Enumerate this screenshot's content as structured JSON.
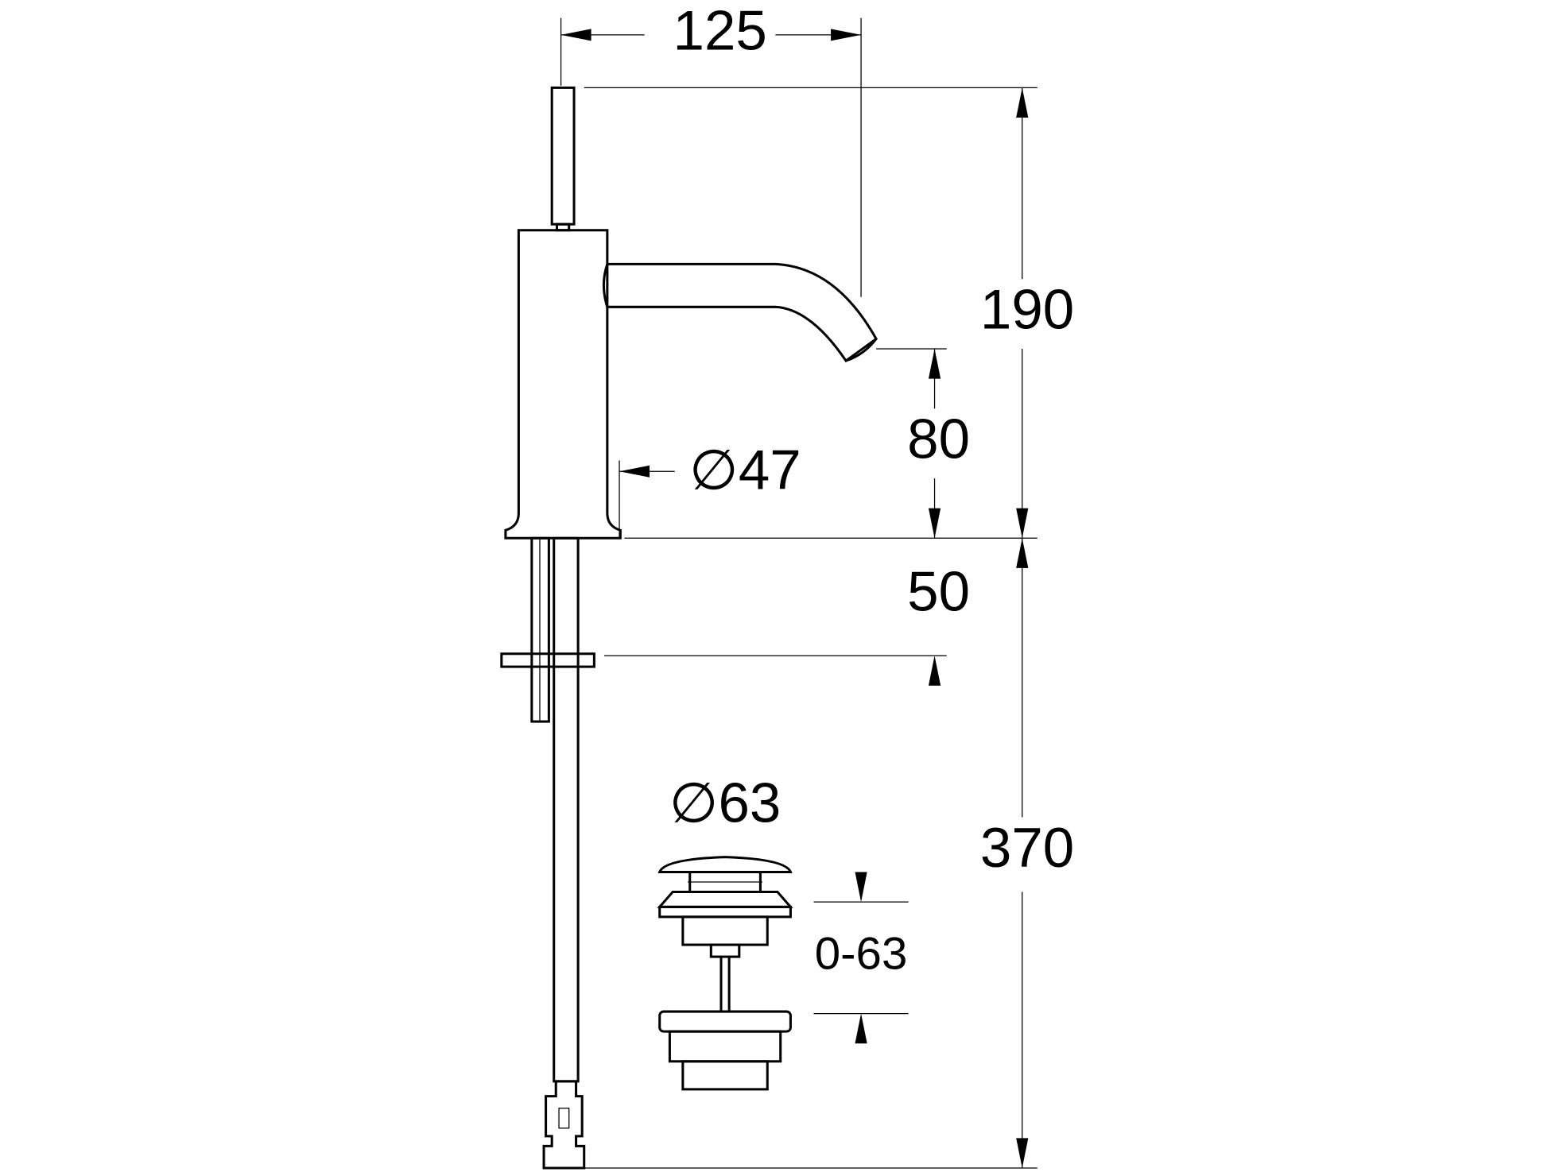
{
  "dimensions": {
    "spout_reach": "125",
    "total_height": "190",
    "spout_height": "80",
    "body_diameter": "∅47",
    "mounting_thickness": "50",
    "hose_length": "370",
    "waste_diameter": "∅63",
    "waste_stroke": "0-63"
  },
  "colors": {
    "line": "#000000",
    "background": "#ffffff"
  }
}
